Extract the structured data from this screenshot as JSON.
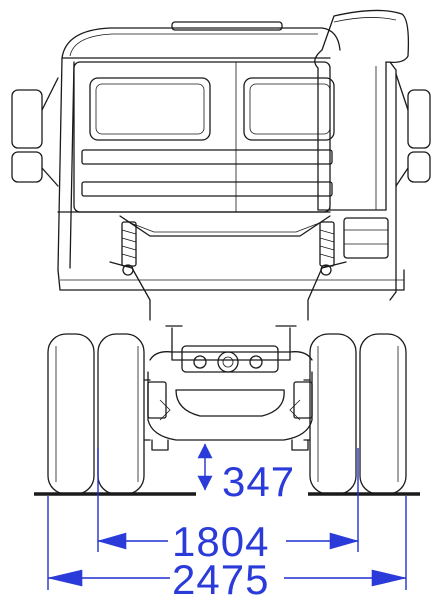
{
  "diagram": {
    "dimensions": {
      "ground_clearance": "347",
      "track_width": "1804",
      "overall_width": "2475"
    },
    "colors": {
      "drawing_lines": "#1a1a1a",
      "dimension_lines": "#2b3bd9",
      "background": "#ffffff"
    }
  }
}
